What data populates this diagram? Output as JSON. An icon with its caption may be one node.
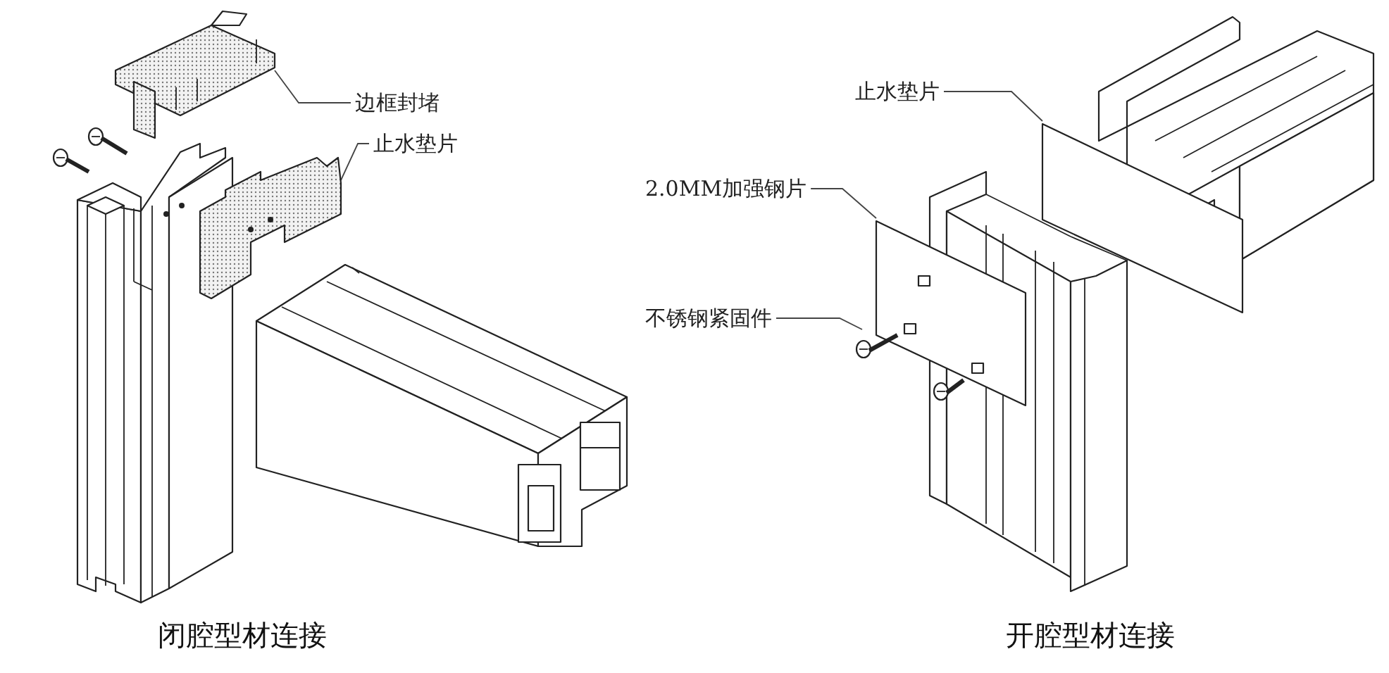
{
  "diagram": {
    "nodes": [
      {
        "text": [
          "边框封堵"
        ]
      },
      {
        "text": [],
        "shape": "picture"
      },
      {
        "text": [
          "止水垫片"
        ]
      },
      {
        "text": [],
        "shape": "picture"
      },
      {
        "text": [
          "止水垫片"
        ]
      },
      {
        "text": [],
        "shape": "picture"
      },
      {
        "text": [
          "2.0MM加强钢片"
        ]
      },
      {
        "text": [],
        "shape": "picture"
      },
      {
        "text": [
          "不锈钢紧固件"
        ]
      },
      {
        "text": [],
        "shape": "picture"
      }
    ],
    "edges": [
      {
        "from": 0,
        "to": 1,
        "arrow": "none"
      },
      {
        "from": 2,
        "to": 3,
        "arrow": "none"
      },
      {
        "from": 4,
        "to": 5,
        "arrow": "none"
      },
      {
        "from": 6,
        "to": 7,
        "arrow": "none"
      },
      {
        "from": 8,
        "to": 9,
        "arrow": "none"
      }
    ],
    "labels": [
      "闭腔型材连接",
      "开腔型材连接"
    ]
  }
}
